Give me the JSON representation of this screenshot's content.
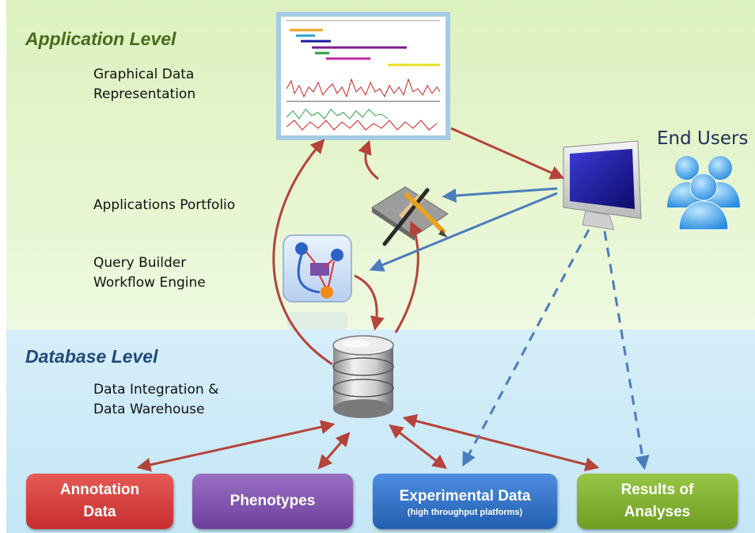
{
  "levels": {
    "application": "Application Level",
    "database": "Database Level"
  },
  "labels": {
    "graphical_1": "Graphical Data",
    "graphical_2": "Representation",
    "portfolio": "Applications Portfolio",
    "query_1": "Query Builder",
    "query_2": "Workflow Engine",
    "integration_1": "Data Integration &",
    "integration_2": "Data Warehouse",
    "end_users": "End Users"
  },
  "sources": [
    {
      "line1": "Annotation",
      "line2": "Data",
      "sub": "",
      "color": "#d9383a"
    },
    {
      "line1": "Phenotypes",
      "line2": "",
      "sub": "",
      "color": "#7a4ea6"
    },
    {
      "line1": "Experimental Data",
      "line2": "",
      "sub": "(high throughput platforms)",
      "color": "#2f6fc0"
    },
    {
      "line1": "Results of",
      "line2": "Analyses",
      "sub": "",
      "color": "#7faf2c"
    }
  ],
  "colors": {
    "level_title": "#4a6a1a",
    "db_title": "#1f4a7a",
    "data_arrow": "#b5433a",
    "user_arrow": "#4b7dbd"
  },
  "icons": [
    "chart-thumbnail-icon",
    "monitor-icon",
    "users-icon",
    "tools-icon",
    "workflow-icon",
    "database-icon"
  ]
}
